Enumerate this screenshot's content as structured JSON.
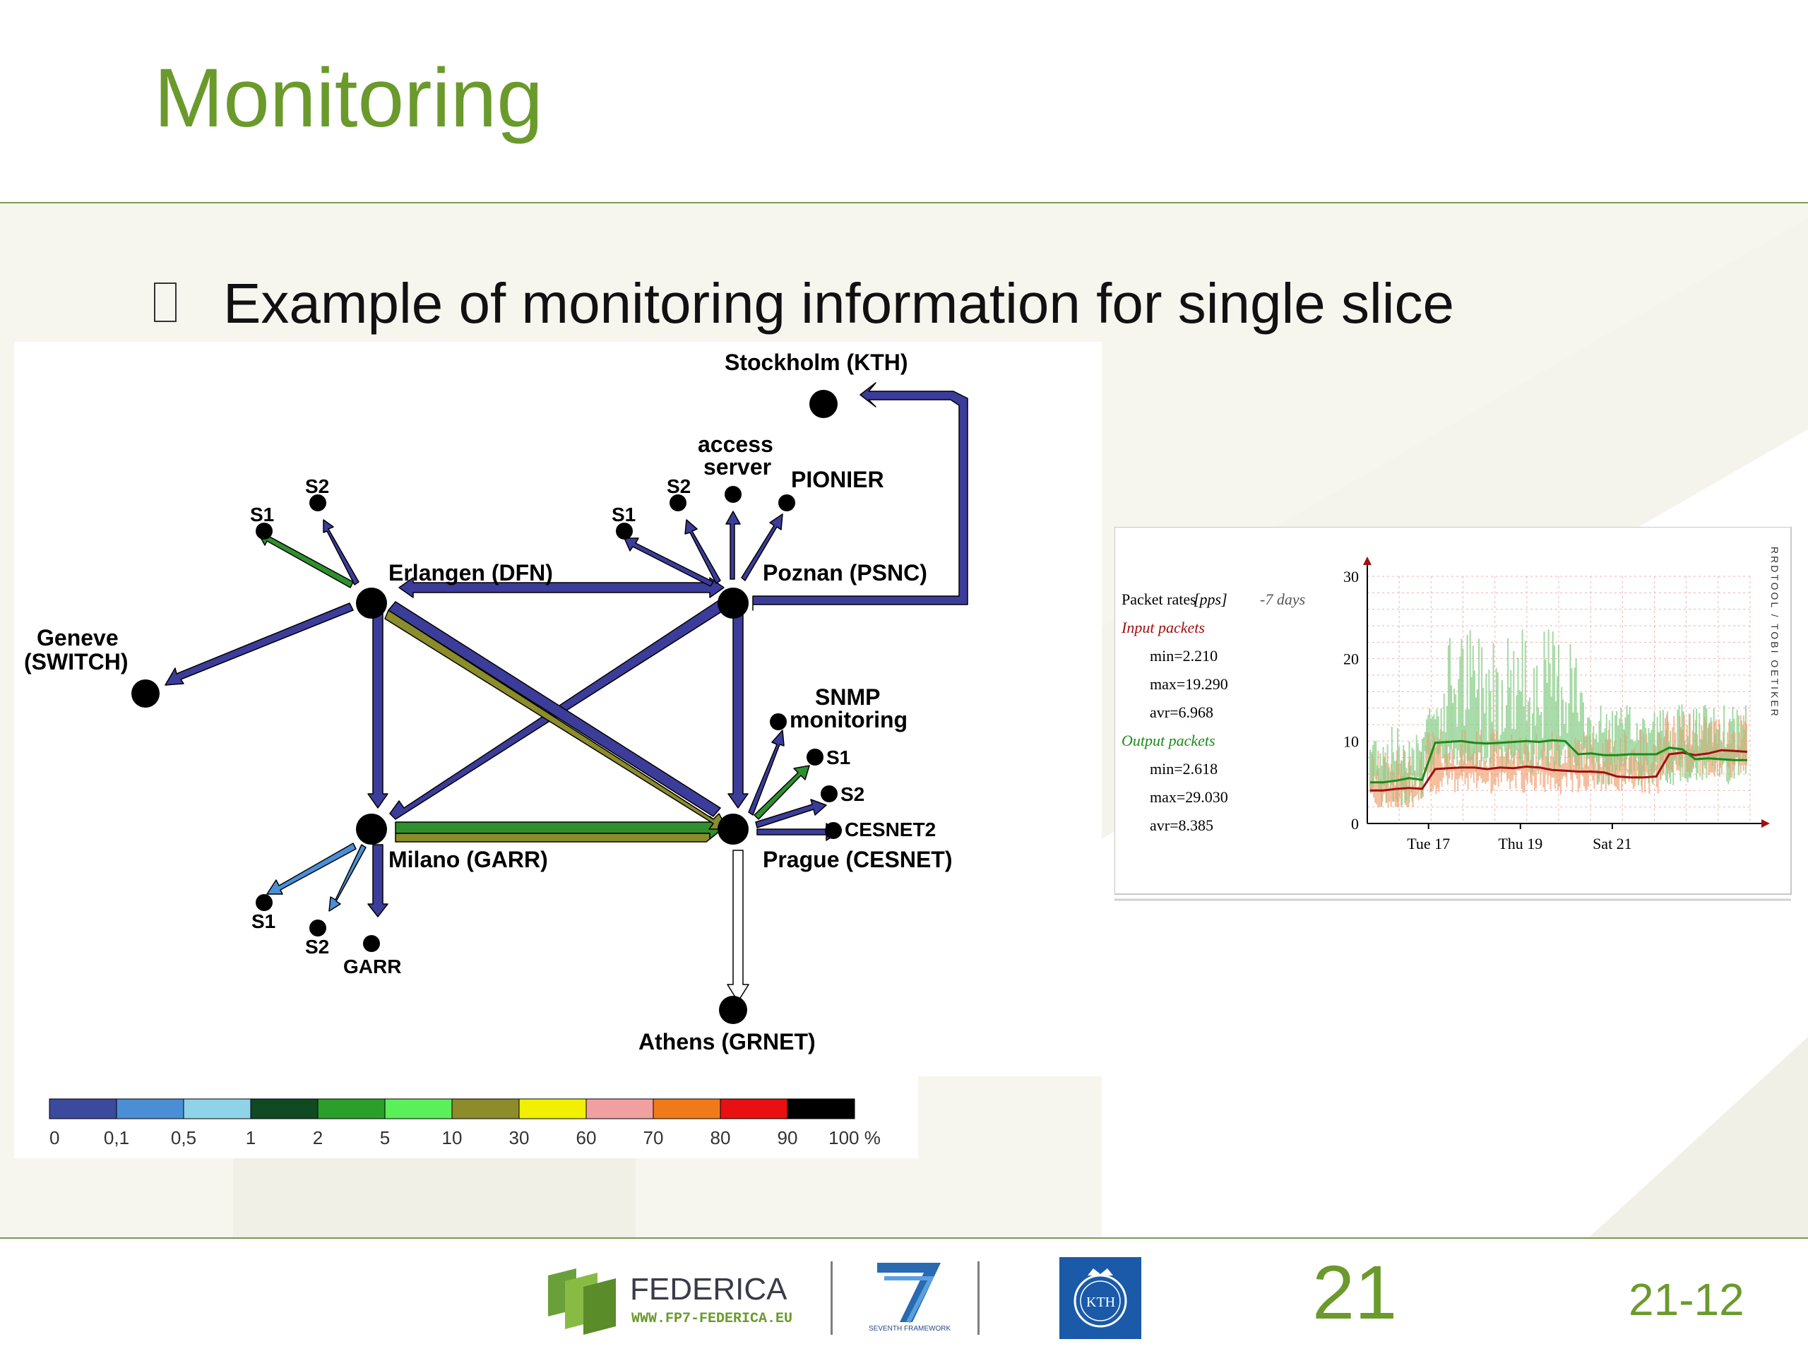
{
  "slide": {
    "title": "Monitoring",
    "bullet": "Example of monitoring information for single slice",
    "page_big": "21",
    "page_small": "21-12"
  },
  "colors": {
    "title_green": "#6a9a2c",
    "link_blue": "#3c3c9a",
    "link_olive": "#8b8c2a",
    "link_green": "#2f8f2f"
  },
  "diagram": {
    "nodes": {
      "stockholm": "Stockholm (KTH)",
      "access_server_1": "access",
      "access_server_2": "server",
      "pionier": "PIONIER",
      "erlangen": "Erlangen (DFN)",
      "poznan": "Poznan (PSNC)",
      "geneve_1": "Geneve",
      "geneve_2": "(SWITCH)",
      "snmp_1": "SNMP",
      "snmp_2": "monitoring",
      "milano": "Milano (GARR)",
      "prague": "Prague (CESNET)",
      "cesnet2": "CESNET2",
      "garr": "GARR",
      "athens": "Athens (GRNET)",
      "s1": "S1",
      "s2": "S2"
    },
    "legend": {
      "colors": [
        "#3b4a9e",
        "#4a8fd6",
        "#8fd3e8",
        "#0f4a22",
        "#2aa02a",
        "#5af05a",
        "#8c8c2a",
        "#f0f000",
        "#f0a0a0",
        "#f07a1a",
        "#e81010",
        "#000000"
      ],
      "labels": [
        "0",
        "0,1",
        "0,5",
        "1",
        "2",
        "5",
        "10",
        "30",
        "60",
        "70",
        "80",
        "90",
        "100 %"
      ]
    }
  },
  "chart_data": {
    "type": "line",
    "title": "Packet rates",
    "unit": "[pps]",
    "period": "-7 days",
    "ylim": [
      0,
      30
    ],
    "yticks": [
      "0",
      "10",
      "20",
      "30"
    ],
    "xticks": [
      "Tue 17",
      "Thu 19",
      "Sat 21"
    ],
    "side_label": "RRDTOOL / TOBI OETIKER",
    "series": [
      {
        "name": "Input packets",
        "color": "#a01010",
        "min": "min=2.210",
        "max": "max=19.290",
        "avg": "avr=6.968",
        "values": [
          4.0,
          4.0,
          4.2,
          4.3,
          4.2,
          6.6,
          6.7,
          6.8,
          6.8,
          6.6,
          6.8,
          6.7,
          6.9,
          6.8,
          6.5,
          6.4,
          6.3,
          6.3,
          6.2,
          5.7,
          5.6,
          5.6,
          5.7,
          8.4,
          8.6,
          8.3,
          8.5,
          8.9,
          8.8,
          8.7
        ]
      },
      {
        "name": "Output packets",
        "color": "#1a8c1a",
        "min": "min=2.618",
        "max": "max=29.030",
        "avg": "avr=8.385",
        "values": [
          5.0,
          5.0,
          5.2,
          5.5,
          5.3,
          9.8,
          9.9,
          10.0,
          9.8,
          9.7,
          9.8,
          9.9,
          10.0,
          9.9,
          10.1,
          10.0,
          8.4,
          8.5,
          8.3,
          8.3,
          8.4,
          8.4,
          8.4,
          9.2,
          9.0,
          7.8,
          7.9,
          7.8,
          7.7,
          7.7
        ]
      }
    ]
  }
}
